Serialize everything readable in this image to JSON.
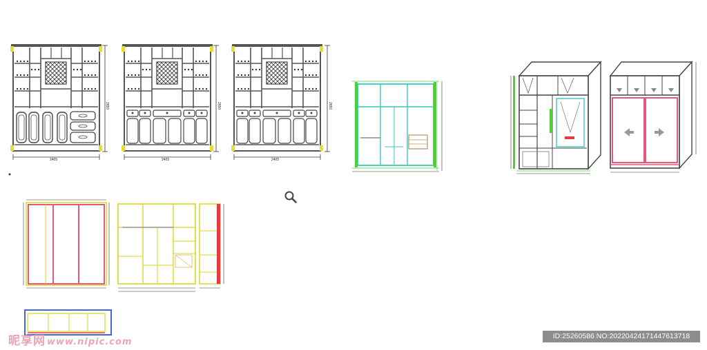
{
  "dimensions": {
    "cabinet_width": "2405",
    "cabinet_height": "2650",
    "cabinet2_height": "2650",
    "cabinet3_height": "2650"
  },
  "watermark": {
    "text": "昵享网",
    "sub": "www.nipic.com"
  },
  "image_info": {
    "label": "ID:25260586 NO:20220424171447613718"
  },
  "icons": {
    "zoom": "magnifier-icon"
  },
  "colors": {
    "frame": "#5a5a5a",
    "cyan": "#37c9bd",
    "green": "#4cd135",
    "yellow": "#d9d61b",
    "pink": "#e8567a",
    "red": "#e43b3b",
    "blue": "#4466dd"
  }
}
